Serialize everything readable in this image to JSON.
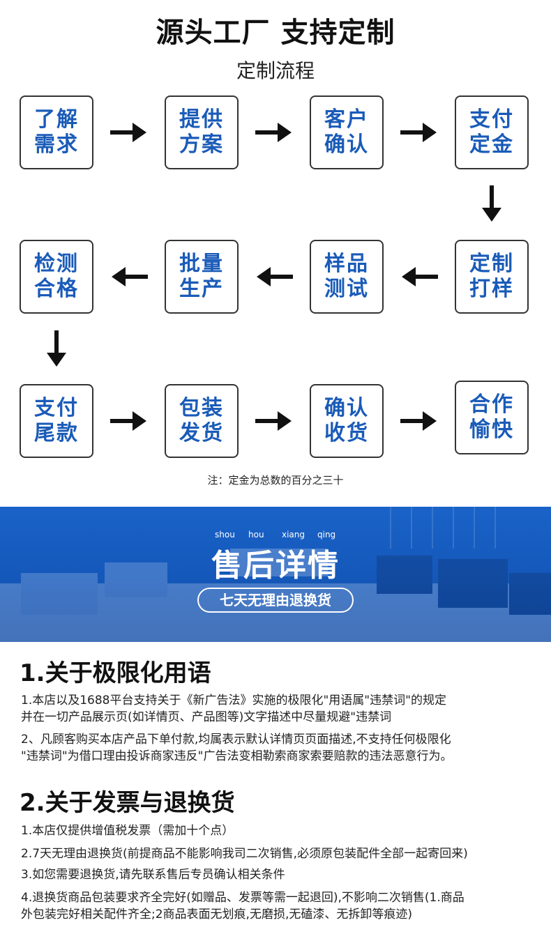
{
  "header": {
    "title": "源头工厂 支持定制",
    "subtitle": "定制流程"
  },
  "flow": {
    "row1": [
      {
        "l1": "了解",
        "l2": "需求"
      },
      {
        "l1": "提供",
        "l2": "方案"
      },
      {
        "l1": "客户",
        "l2": "确认"
      },
      {
        "l1": "支付",
        "l2": "定金"
      }
    ],
    "row2": [
      {
        "l1": "检测",
        "l2": "合格"
      },
      {
        "l1": "批量",
        "l2": "生产"
      },
      {
        "l1": "样品",
        "l2": "测试"
      },
      {
        "l1": "定制",
        "l2": "打样"
      }
    ],
    "row3": [
      {
        "l1": "支付",
        "l2": "尾款"
      },
      {
        "l1": "包装",
        "l2": "发货"
      },
      {
        "l1": "确认",
        "l2": "收货"
      },
      {
        "l1": "合作",
        "l2": "愉快"
      }
    ],
    "note": "注：定金为总数的百分之三十"
  },
  "banner": {
    "pinyin": [
      "shou",
      "hou",
      "xiang",
      "qing"
    ],
    "title": "售后详情",
    "pill": "七天无理由退换货"
  },
  "section1": {
    "title": "1.关于极限化用语",
    "p1_l1": "1.本店以及1688平台支持关于《新广告法》实施的极限化\"用语属\"违禁词\"的规定",
    "p1_l2": "并在一切产品展示页(如详情页、产品图等)文字描述中尽量规避\"违禁词",
    "p2_l1": "2、凡顾客购买本店产品下单付款,均属表示默认详情页页面描述,不支持任何极限化",
    "p2_l2": "\"违禁词\"为借口理由投诉商家违反\"广告法变相勒索商家索要赔款的违法恶意行为。"
  },
  "section2": {
    "title": "2.关于发票与退换货",
    "i1": "1.本店仅提供增值税发票（需加十个点）",
    "i2": "2.7天无理由退换货(前提商品不能影响我司二次销售,必须原包装配件全部一起寄回来)",
    "i3": "3.如您需要退换货,请先联系售后专员确认相关条件",
    "i4_l1": "4.退换货商品包装要求齐全完好(如赠品、发票等需一起退回),不影响二次销售(1.商品",
    "i4_l2": "外包装完好相关配件齐全;2商品表面无划痕,无磨损,无磕漆、无拆卸等痕迹)"
  },
  "colors": {
    "step_text": "#1a5bb8",
    "banner_blue": "#1457b9"
  }
}
